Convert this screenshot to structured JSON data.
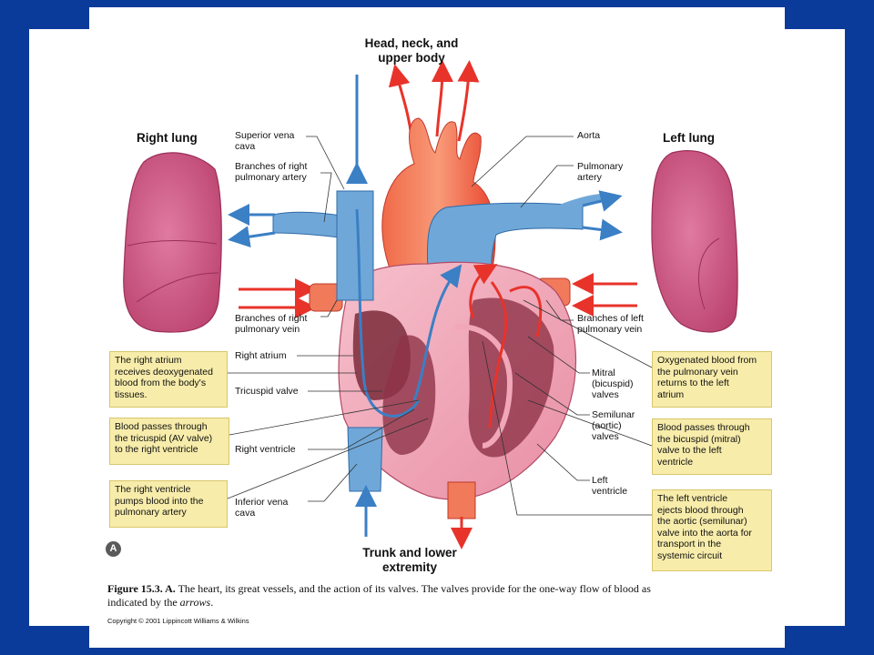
{
  "labels": {
    "head": "Head, neck, and\nupper body",
    "trunk": "Trunk and lower\nextremity",
    "right_lung": "Right lung",
    "left_lung": "Left lung",
    "superior_vena_cava": "Superior vena\ncava",
    "branches_right_pa": "Branches of right\npulmonary artery",
    "aorta": "Aorta",
    "pulmonary_artery": "Pulmonary\nartery",
    "branches_right_pv": "Branches of right\npulmonary vein",
    "branches_left_pv": "Branches of left\npulmonary vein",
    "right_atrium": "Right atrium",
    "tricuspid_valve": "Tricuspid valve",
    "right_ventricle": "Right ventricle",
    "inferior_vena_cava": "Inferior vena\ncava",
    "mitral": "Mitral\n(bicuspid)\nvalves",
    "semilunar": "Semilunar\n(aortic)\nvalves",
    "left_ventricle": "Left\nventricle"
  },
  "callouts": {
    "right_atrium": "The right atrium\nreceives deoxygenated\nblood from the body's\ntissues.",
    "tricuspid": "Blood passes through\nthe tricuspid (AV valve)\nto the right ventricle",
    "right_ventricle": "The right ventricle\npumps blood into the\npulmonary artery",
    "oxygenated": "Oxygenated blood from\nthe pulmonary vein\nreturns to the left\natrium",
    "bicuspid": "Blood passes through\nthe bicuspid (mitral)\nvalve to the left\nventricle",
    "left_ventricle": "The left ventricle\nejects blood through\nthe aortic (semilunar)\nvalve into the aorta for\ntransport in the\nsystemic circuit"
  },
  "badge": "A",
  "caption": {
    "figure": "Figure 15.3. A.",
    "text_1": " The heart, its great vessels, and the action of its valves. The valves provide for the one-way flow of blood as indicated by the ",
    "arrows": "arrows",
    "text_2": "."
  },
  "copyright": "Copyright © 2001 Lippincott Williams & Wilkins",
  "colors": {
    "frame": "#0a3a9a",
    "callout_fill": "#f7ecaa",
    "vein_blue": "#3b7fc4",
    "artery_red": "#e8332a",
    "lung_pink": "#c7507c",
    "heart_pink": "#f2a7b8"
  }
}
